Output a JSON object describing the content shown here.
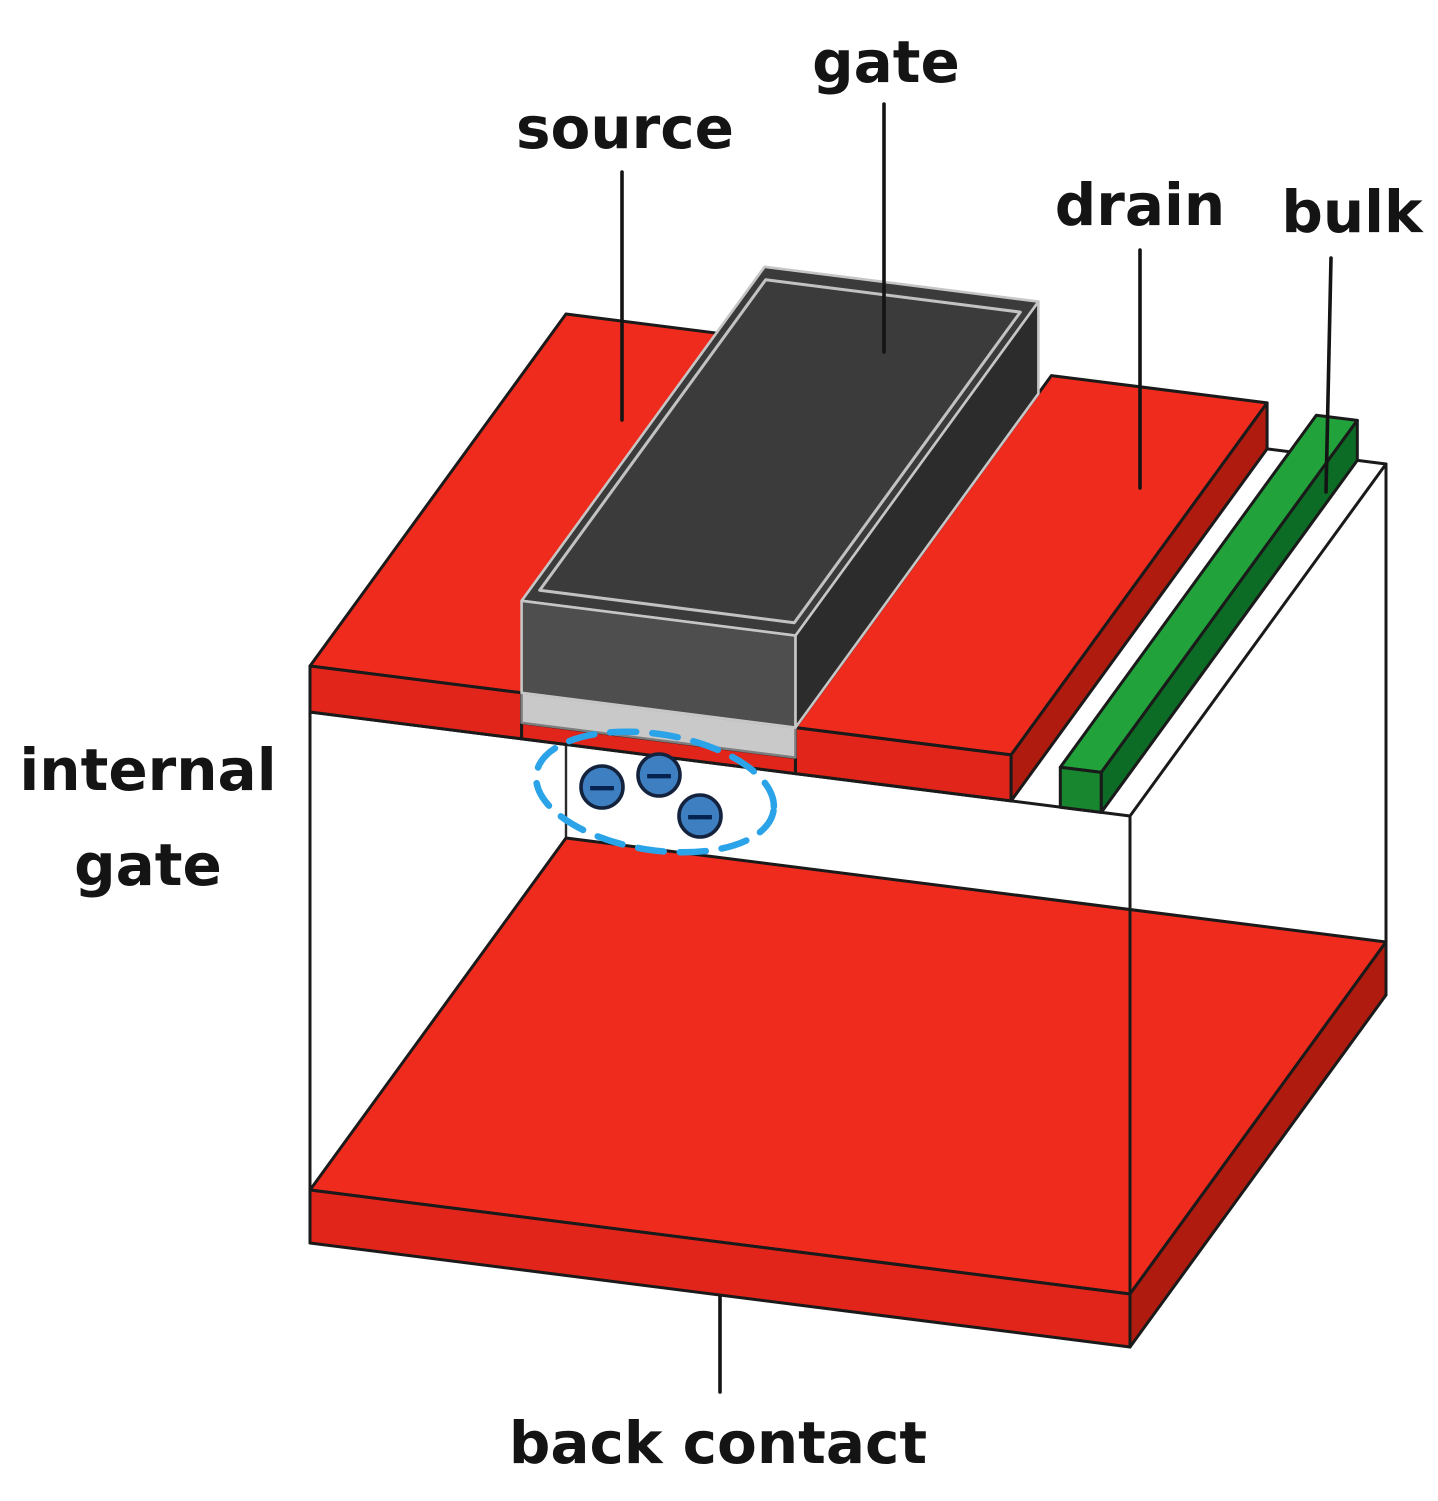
{
  "diagram": {
    "labels": {
      "source": "source",
      "gate": "gate",
      "drain": "drain",
      "bulk": "bulk",
      "internal_gate_line1": "internal",
      "internal_gate_line2": "gate",
      "back_contact": "back contact"
    },
    "electrons": {
      "count": 3,
      "symbol": "−"
    },
    "colors": {
      "red_top": "#ef2b1e",
      "red_front": "#e2251a",
      "red_side": "#b01b10",
      "green_top": "#21a23b",
      "green_front": "#18862f",
      "green_side": "#0c6b24",
      "gate_top": "#3b3b3b",
      "gate_front": "#4e4e4e",
      "gate_side": "#2c2c2c",
      "oxide_gray": "#c9c9c9",
      "dashed_blue": "#2ba3e8",
      "electron_blue": "#3d7fc0",
      "background": "#ffffff"
    }
  }
}
